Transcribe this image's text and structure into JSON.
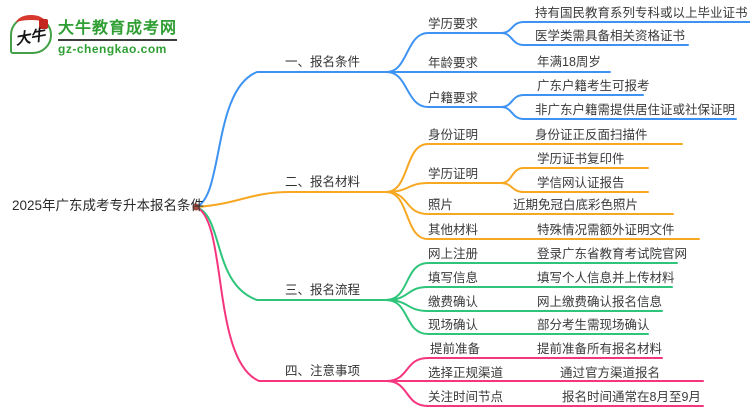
{
  "logo": {
    "icon_text": "大牛",
    "site_name": "大牛教育成考网",
    "site_domain": "gz-chengkao.com"
  },
  "colors": {
    "root_dot": "#a14a40",
    "branch1": "#3e93f2",
    "branch2": "#f7a823",
    "branch3": "#2ec57b",
    "branch4": "#f5367f"
  },
  "mindmap": {
    "root": "2025年广东成考专升本报名条件",
    "branches": [
      {
        "label": "一、报名条件",
        "color": "#3e93f2",
        "children": [
          {
            "label": "学历要求",
            "leaves": [
              "持有国民教育系列专科或以上毕业证书",
              "医学类需具备相关资格证书"
            ]
          },
          {
            "label": "年龄要求",
            "leaves": [
              "年满18周岁"
            ]
          },
          {
            "label": "户籍要求",
            "leaves": [
              "广东户籍考生可报考",
              "非广东户籍需提供居住证或社保证明"
            ]
          }
        ]
      },
      {
        "label": "二、报名材料",
        "color": "#f7a823",
        "children": [
          {
            "label": "身份证明",
            "leaves": [
              "身份证正反面扫描件"
            ]
          },
          {
            "label": "学历证明",
            "leaves": [
              "学历证书复印件",
              "学信网认证报告"
            ]
          },
          {
            "label": "照片",
            "leaves": [
              "近期免冠白底彩色照片"
            ]
          },
          {
            "label": "其他材料",
            "leaves": [
              "特殊情况需额外证明文件"
            ]
          }
        ]
      },
      {
        "label": "三、报名流程",
        "color": "#2ec57b",
        "children": [
          {
            "label": "网上注册",
            "leaves": [
              "登录广东省教育考试院官网"
            ]
          },
          {
            "label": "填写信息",
            "leaves": [
              "填写个人信息并上传材料"
            ]
          },
          {
            "label": "缴费确认",
            "leaves": [
              "网上缴费确认报名信息"
            ]
          },
          {
            "label": "现场确认",
            "leaves": [
              "部分考生需现场确认"
            ]
          }
        ]
      },
      {
        "label": "四、注意事项",
        "color": "#f5367f",
        "children": [
          {
            "label": "提前准备",
            "leaves": [
              "提前准备所有报名材料"
            ]
          },
          {
            "label": "选择正规渠道",
            "leaves": [
              "通过官方渠道报名"
            ]
          },
          {
            "label": "关注时间节点",
            "leaves": [
              "报名时间通常在8月至9月"
            ]
          }
        ]
      }
    ]
  }
}
